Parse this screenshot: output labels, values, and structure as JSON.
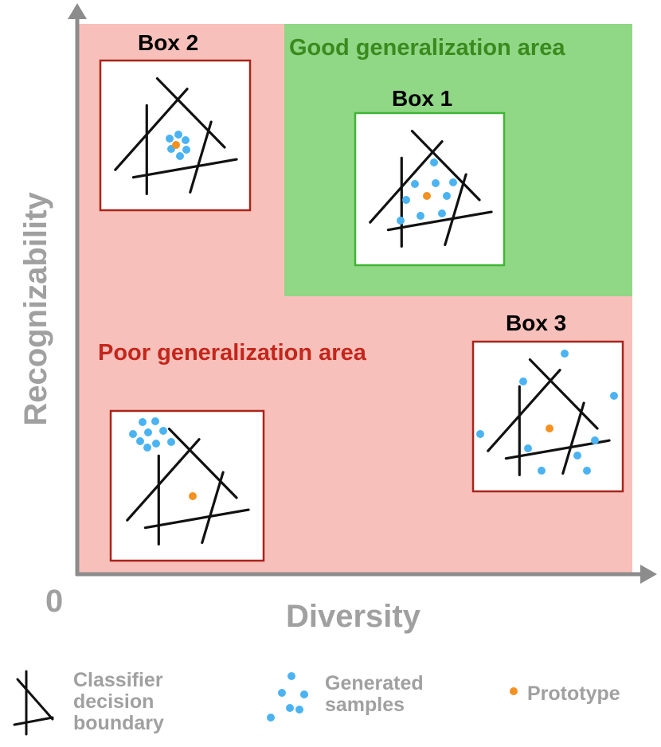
{
  "colors": {
    "good_area": "#90d786",
    "poor_area": "#f8c0ba",
    "good_text": "#3a8a1e",
    "poor_text": "#c3261c",
    "box_good_border": "#3fb534",
    "box_poor_border": "#a8241b",
    "axis": "#8c8c8c",
    "sample": "#4bb3f2",
    "prototype": "#f39121",
    "boundary": "#111111",
    "legend_text": "#a0a0a0"
  },
  "axes": {
    "x_label": "Diversity",
    "y_label": "Recognizability",
    "origin": "0"
  },
  "areas": {
    "good": "Good generalization area",
    "poor": "Poor generalization area"
  },
  "boxes": {
    "box1": {
      "title": "Box 1"
    },
    "box2": {
      "title": "Box 2"
    },
    "box3": {
      "title": "Box 3"
    }
  },
  "legend": {
    "boundary": "Classifier decision boundary",
    "samples": "Generated samples",
    "prototype": "Prototype"
  }
}
